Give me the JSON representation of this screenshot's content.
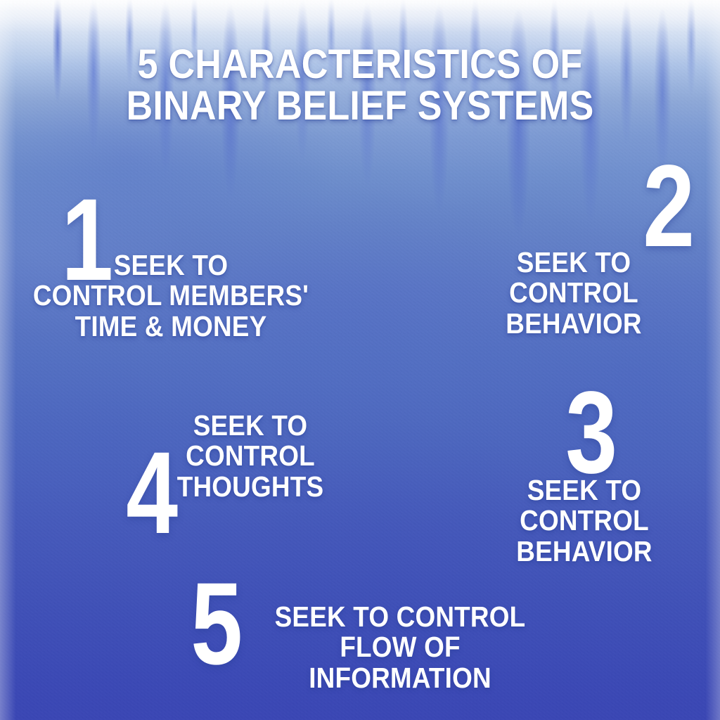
{
  "poster": {
    "headline": "5 CHARACTERISTICS OF\nBINARY BELIEF SYSTEMS",
    "background": {
      "style": "watercolor-wash",
      "top_color": "#f4f7fc",
      "mid_color": "#6d8ecd",
      "bottom_color": "#3945b5",
      "tendril_color": "#5670d0"
    },
    "text_color": "#ffffff",
    "items": [
      {
        "number": "1",
        "text": "SEEK TO\nCONTROL MEMBERS'\nTIME & MONEY"
      },
      {
        "number": "2",
        "text": "SEEK TO CONTROL\nBEHAVIOR"
      },
      {
        "number": "3",
        "text": "SEEK TO CONTROL\nBEHAVIOR"
      },
      {
        "number": "4",
        "text": "SEEK TO CONTROL\nTHOUGHTS"
      },
      {
        "number": "5",
        "text": "SEEK TO CONTROL\nFLOW OF INFORMATION"
      }
    ]
  }
}
